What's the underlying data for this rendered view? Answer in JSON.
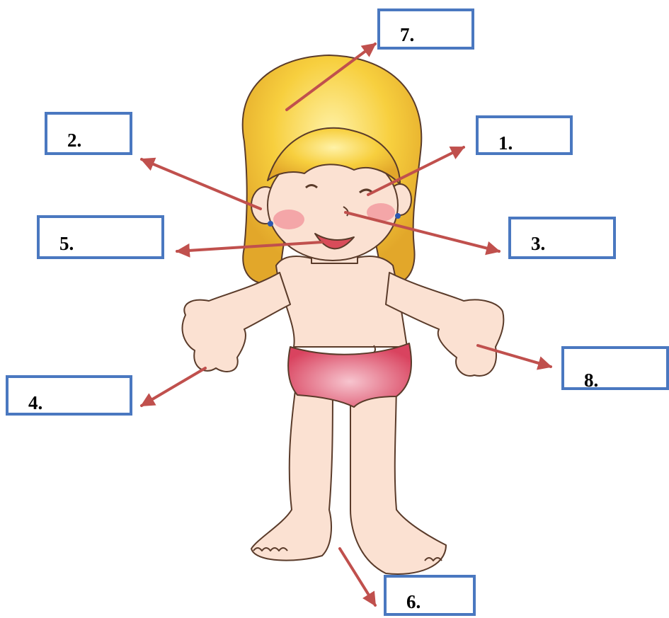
{
  "labels": {
    "l1": "1.",
    "l2": "2.",
    "l3": "3.",
    "l4": "4.",
    "l5": "5.",
    "l6": "6.",
    "l7": "7.",
    "l8": "8."
  },
  "colors": {
    "arrow": "#c0504d",
    "box_border": "#4a78c0",
    "hair": "#f5c83a",
    "skin": "#fbe1d2",
    "underwear": "#e7607a"
  }
}
